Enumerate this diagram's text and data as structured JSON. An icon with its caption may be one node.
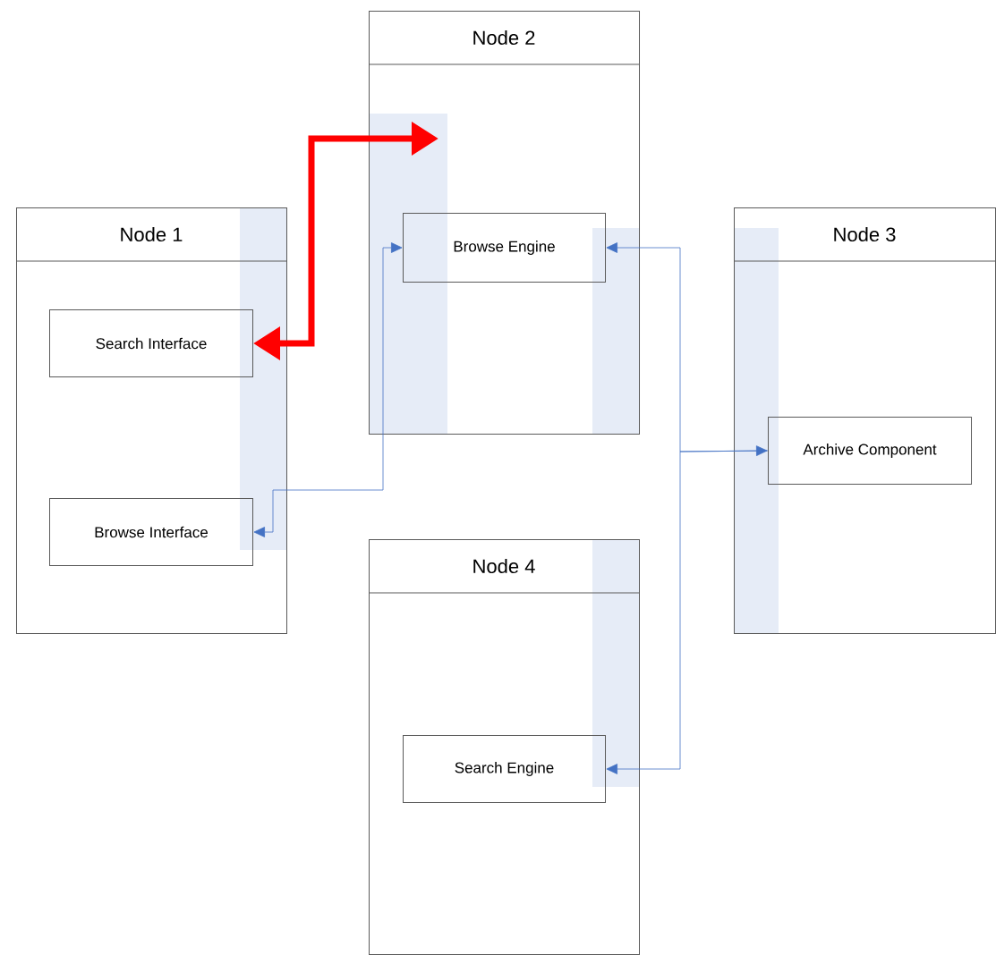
{
  "diagram": {
    "nodes": [
      {
        "text": [
          "Node 1"
        ]
      },
      {
        "text": [
          "Search Interface"
        ],
        "in": 0
      },
      {
        "text": [
          "Browse Interface"
        ],
        "in": 0
      },
      {
        "text": [
          "Node 2"
        ]
      },
      {
        "text": [
          "Browse Engine"
        ],
        "in": 3
      },
      {
        "text": [
          "Node 3"
        ]
      },
      {
        "text": [
          "Archive Component"
        ],
        "in": 5
      },
      {
        "text": [
          "Node 4"
        ]
      },
      {
        "text": [
          "Search Engine"
        ],
        "in": 7
      }
    ],
    "edges": [
      {
        "from": 1,
        "to": 3,
        "arrow": "both",
        "style": "thick",
        "color": "#ff0000"
      },
      {
        "from": 2,
        "to": 4,
        "arrow": "both"
      },
      {
        "from": 4,
        "to": 6,
        "arrow": "both"
      },
      {
        "from": 6,
        "to": 8,
        "arrow": "to"
      }
    ]
  }
}
